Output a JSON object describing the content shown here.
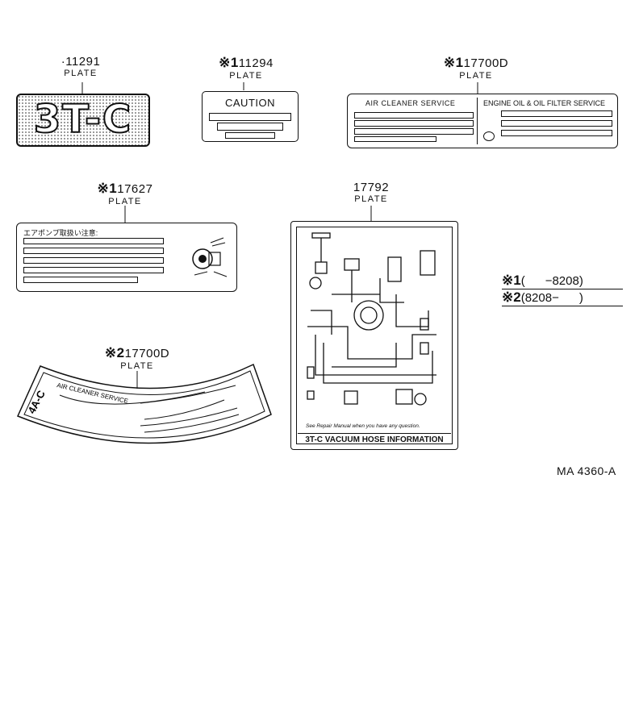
{
  "parts": {
    "p11291": {
      "mark": "",
      "number": "11291",
      "name": "PLATE",
      "plate_text": "3T-C"
    },
    "p11294": {
      "mark": "※1",
      "number": "11294",
      "name": "PLATE",
      "plate_text": "CAUTION"
    },
    "p17700d_1": {
      "mark": "※1",
      "number": "17700D",
      "name": "PLATE",
      "left_heading": "AIR CLEANER SERVICE",
      "right_heading": "ENGINE OIL & OIL FILTER SERVICE"
    },
    "p17627": {
      "mark": "※1",
      "number": "17627",
      "name": "PLATE",
      "heading": "エアポンプ取扱い注意:"
    },
    "p17792": {
      "mark": "",
      "number": "17792",
      "name": "PLATE",
      "footer_note": "See Repair Manual when you have any question.",
      "title": "3T-C VACUUM HOSE INFORMATION"
    },
    "p17700d_2": {
      "mark": "※2",
      "number": "17700D",
      "name": "PLATE",
      "badge": "4A-C",
      "heading": "AIR CLEANER SERVICE"
    }
  },
  "legend": [
    {
      "mark": "※1",
      "range": "(      −8208)"
    },
    {
      "mark": "※2",
      "range": "(8208−      )"
    }
  ],
  "figure_code": "MA 4360-A"
}
